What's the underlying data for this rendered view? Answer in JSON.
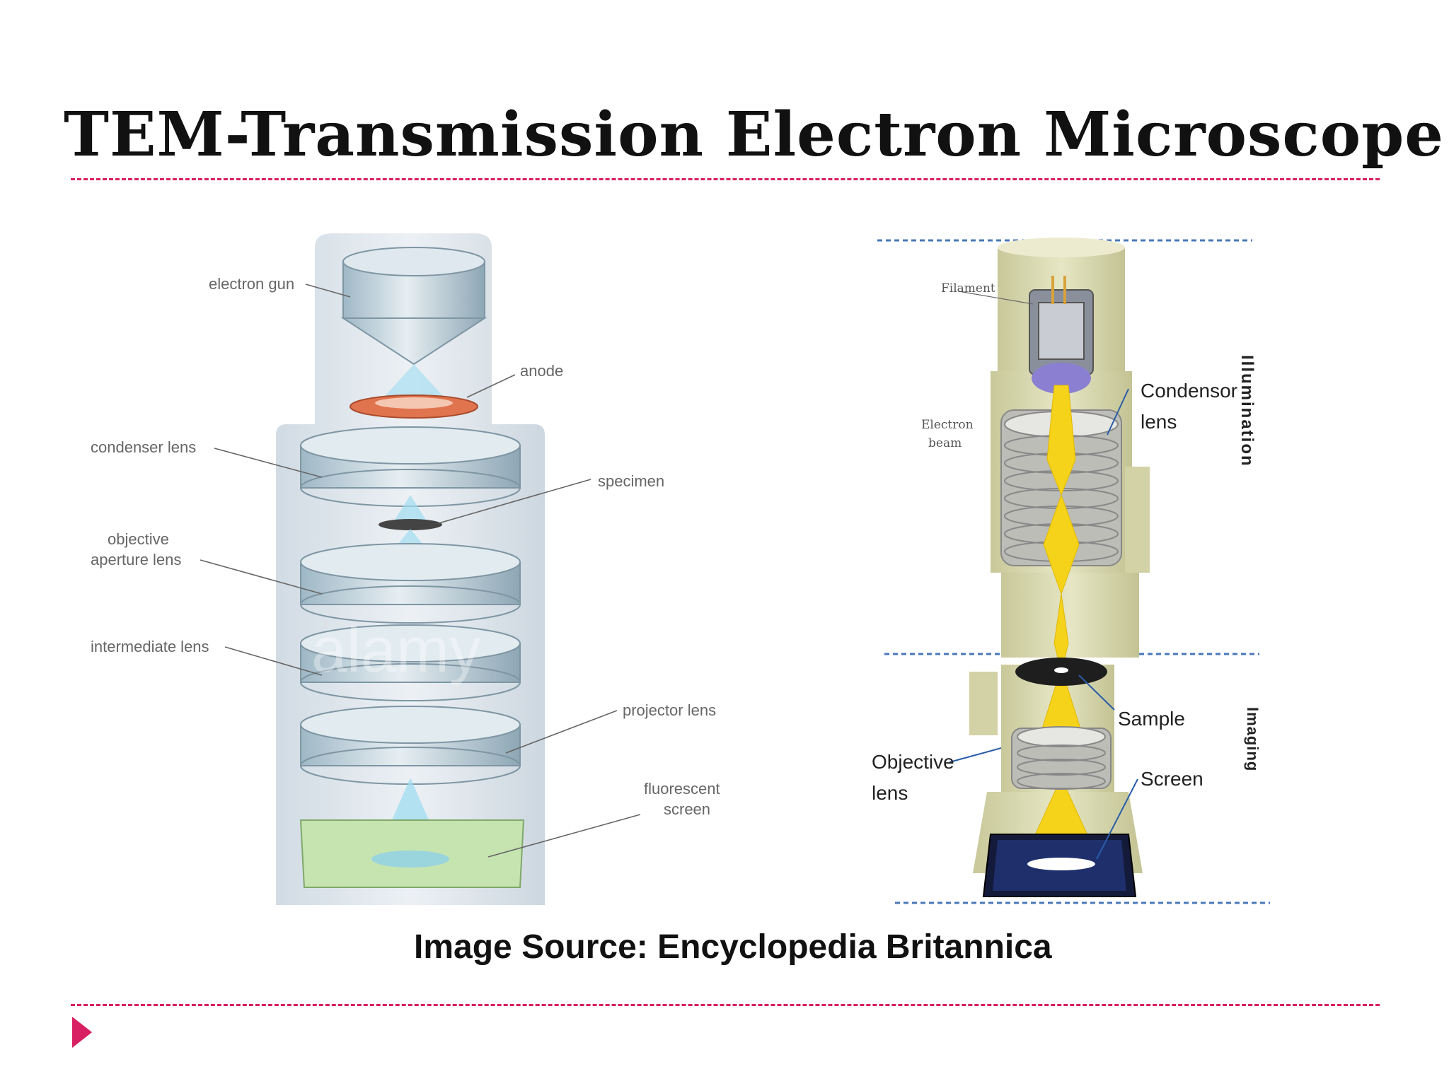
{
  "title": "TEM-Transmission Electron Microscope",
  "caption": "Image Source: Encyclopedia Britannica",
  "left_diagram": {
    "labels": {
      "electron_gun": "electron gun",
      "anode": "anode",
      "condenser_lens": "condenser lens",
      "specimen": "specimen",
      "objective_line1": "objective",
      "objective_line2": "aperture lens",
      "intermediate_lens": "intermediate lens",
      "projector_lens": "projector lens",
      "fluorescent_line1": "fluorescent",
      "fluorescent_line2": "screen"
    },
    "watermark": "alamy"
  },
  "right_diagram": {
    "labels": {
      "filament": "Filament",
      "electron_beam_line1": "Electron",
      "electron_beam_line2": "beam",
      "condensor_line1": "Condensor",
      "condensor_line2": "lens",
      "sample": "Sample",
      "objective_line1": "Objective",
      "objective_line2": "lens",
      "screen": "Screen",
      "illumination": "Illumination",
      "imaging": "Imaging"
    }
  },
  "colors": {
    "accent": "#d81f62",
    "beam": "#f5d31a",
    "column": "#dcdcb2",
    "lens_blue": "#b9cdd8",
    "divider_blue": "#4a78b8"
  }
}
